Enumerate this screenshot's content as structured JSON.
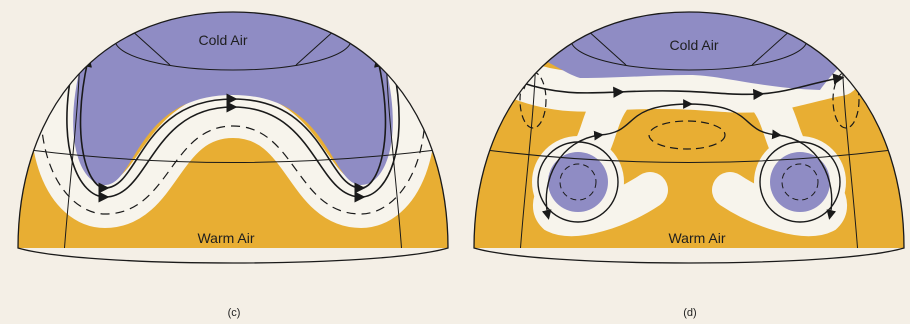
{
  "panels": [
    {
      "label": "(c)",
      "cold_label": "Cold Air",
      "warm_label": "Warm Air"
    },
    {
      "label": "(d)",
      "cold_label": "Cold Air",
      "warm_label": "Warm Air"
    }
  ],
  "colors": {
    "warm_air": "#e8ae33",
    "cold_air": "#8f8cc4",
    "jet_stream_band": "#f7f4ec",
    "outline": "#1a1a1a",
    "paper": "#f4efe6"
  },
  "icons": [
    "flow-arrow-icon"
  ]
}
